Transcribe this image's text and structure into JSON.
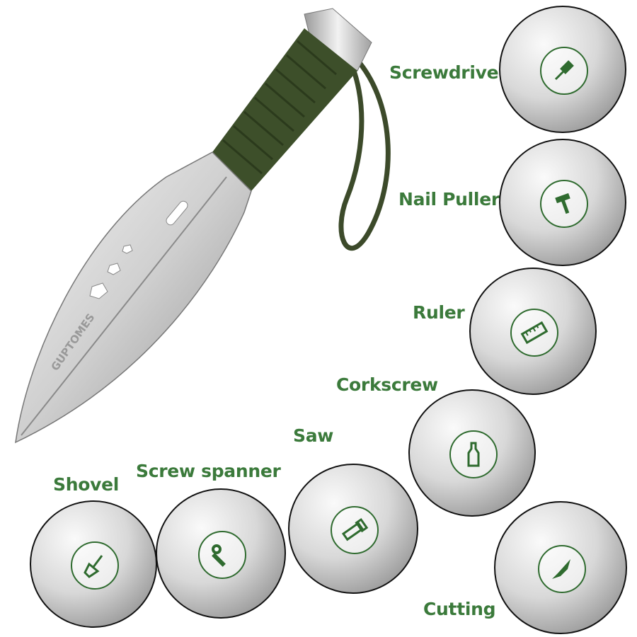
{
  "brand": "GUPTOMES",
  "accent_color": "#3b7a3b",
  "features": [
    {
      "label": "Screwdriver",
      "icon": "screwdriver-icon"
    },
    {
      "label": "Nail Puller",
      "icon": "hammer-icon"
    },
    {
      "label": "Ruler",
      "icon": "ruler-icon"
    },
    {
      "label": "Corkscrew",
      "icon": "bottle-icon"
    },
    {
      "label": "Saw",
      "icon": "saw-icon"
    },
    {
      "label": "Screw spanner",
      "icon": "wrench-icon"
    },
    {
      "label": "Shovel",
      "icon": "shovel-icon"
    },
    {
      "label": "Cutting",
      "icon": "knife-icon"
    }
  ]
}
